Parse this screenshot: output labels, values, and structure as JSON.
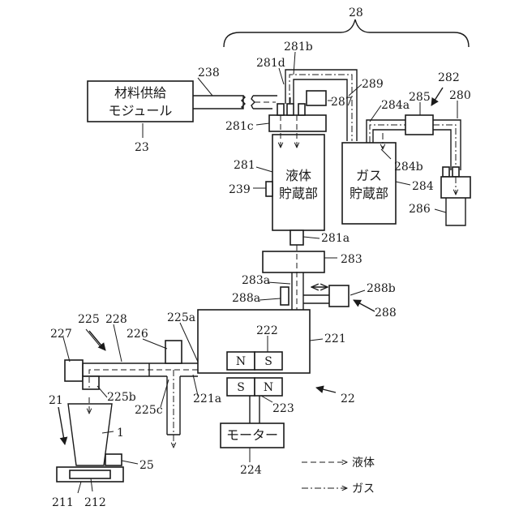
{
  "labels": {
    "n28": "28",
    "n281b": "281b",
    "n281d": "281d",
    "n238": "238",
    "n289": "289",
    "n282": "282",
    "n285": "285",
    "n280": "280",
    "n287": "287",
    "n284a": "284a",
    "n281c": "281c",
    "n23": "23",
    "n281": "281",
    "n239": "239",
    "n284": "284",
    "n284b": "284b",
    "n286": "286",
    "n281a": "281a",
    "n283": "283",
    "n283a": "283a",
    "n288b": "288b",
    "n288a": "288a",
    "n288": "288",
    "n225": "225",
    "n228": "228",
    "n225a": "225a",
    "n227": "227",
    "n226": "226",
    "n222": "222",
    "n221": "221",
    "n225b": "225b",
    "n221a": "221a",
    "n225c": "225c",
    "n223": "223",
    "n22": "22",
    "n21": "21",
    "n1": "1",
    "n25": "25",
    "n224": "224",
    "n211": "211",
    "n212": "212"
  },
  "boxes": {
    "material_module_l1": "材料供給",
    "material_module_l2": "モジュール",
    "liquid_storage_l1": "液体",
    "liquid_storage_l2": "貯蔵部",
    "gas_storage_l1": "ガス",
    "gas_storage_l2": "貯蔵部",
    "motor": "モーター",
    "pole_n_upper": "N",
    "pole_s_upper": "S",
    "pole_s_lower": "S",
    "pole_n_lower": "N"
  },
  "legend": {
    "liquid": "液体",
    "gas": "ガス"
  }
}
